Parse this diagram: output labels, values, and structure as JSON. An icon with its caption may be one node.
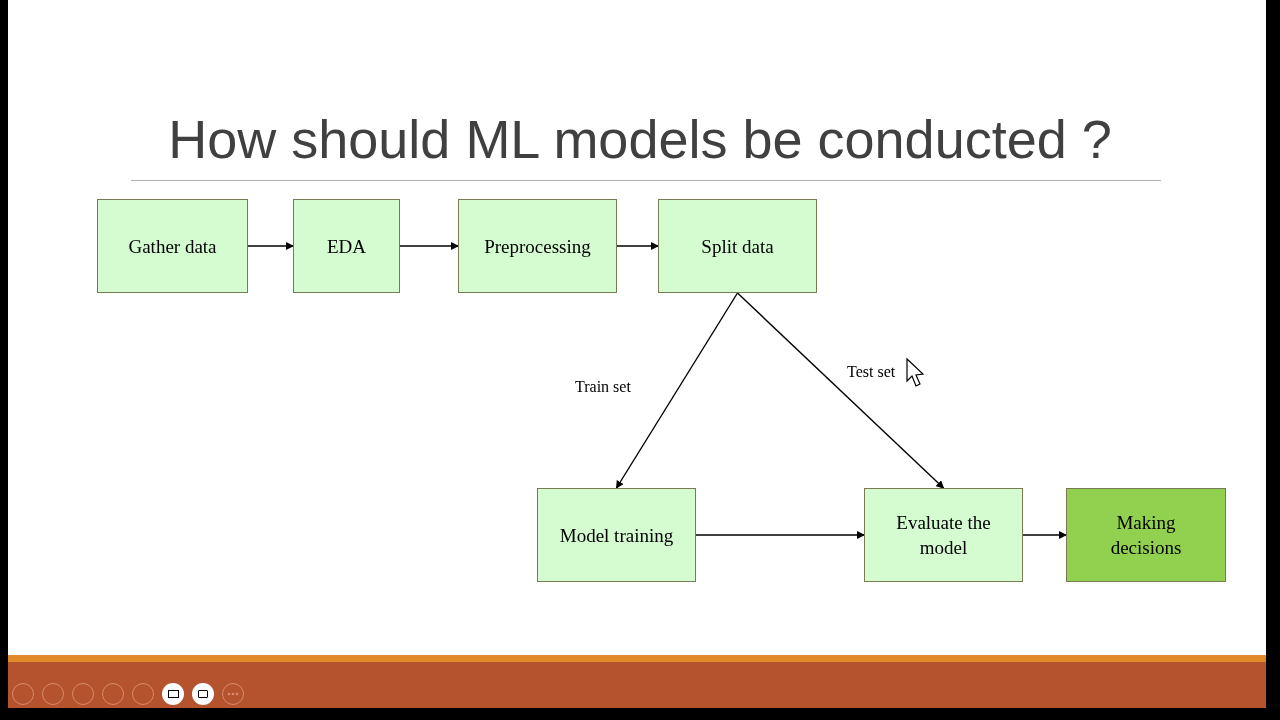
{
  "diagram": {
    "title": "How should ML models be conducted ?",
    "nodes": [
      {
        "text": [
          "Gather data"
        ]
      },
      {
        "text": [
          "EDA"
        ]
      },
      {
        "text": [
          "Preprocessing"
        ]
      },
      {
        "text": [
          "Split data"
        ]
      },
      {
        "text": [
          "Model training"
        ]
      },
      {
        "text": [
          "Evaluate the model"
        ]
      },
      {
        "text": [
          "Making decisions"
        ]
      }
    ],
    "edges": [
      {
        "from": 0,
        "to": 1,
        "arrow": "to"
      },
      {
        "from": 1,
        "to": 2,
        "arrow": "to"
      },
      {
        "from": 2,
        "to": 3,
        "arrow": "to"
      },
      {
        "from": 3,
        "to": 4,
        "arrow": "to",
        "label": "Train set"
      },
      {
        "from": 3,
        "to": 5,
        "arrow": "to",
        "label": "Test set"
      },
      {
        "from": 4,
        "to": 5,
        "arrow": "to"
      },
      {
        "from": 5,
        "to": 6,
        "arrow": "to"
      }
    ]
  }
}
